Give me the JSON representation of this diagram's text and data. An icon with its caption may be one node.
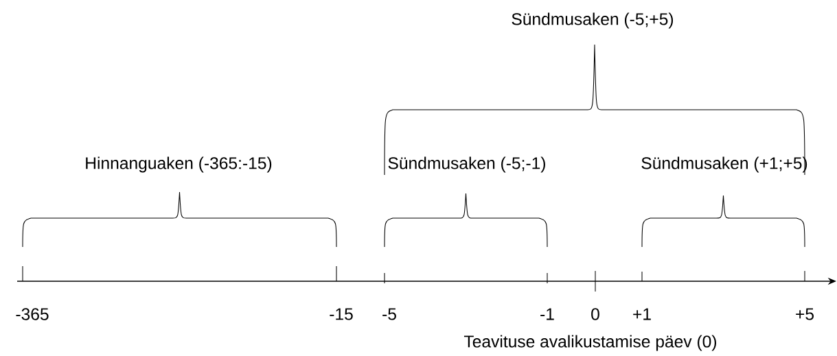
{
  "diagram": {
    "labels": [
      "Sündmusaken (-5;+5)",
      "Hinnanguaken (-365:-15)",
      "Sündmusaken (-5;-1)",
      "Sündmusaken (+1;+5)",
      "-365",
      "-15",
      "-5",
      "-1",
      "0",
      "+1",
      "+5",
      "Teavituse avalikustamise päev (0)"
    ]
  }
}
